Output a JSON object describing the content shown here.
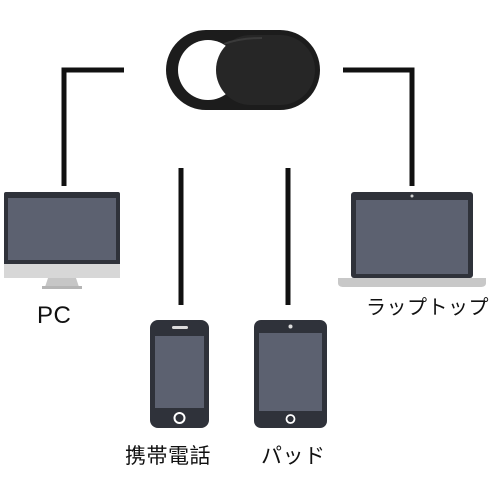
{
  "product": {
    "name": "webcam-cover-slider",
    "icon": "webcam-cover-icon",
    "color": "#1c1c1c"
  },
  "devices": [
    {
      "id": "pc",
      "label": "PC",
      "icon": "desktop-monitor-icon"
    },
    {
      "id": "phone",
      "label": "携帯電話",
      "icon": "smartphone-icon"
    },
    {
      "id": "pad",
      "label": "パッド",
      "icon": "tablet-icon"
    },
    {
      "id": "laptop",
      "label": "ラップトップ",
      "icon": "laptop-icon"
    }
  ],
  "colors": {
    "connector": "#111111",
    "device_body": "#2f323a",
    "screen": "#5c6170",
    "stand": "#cfcfcf",
    "label": "#111111"
  }
}
